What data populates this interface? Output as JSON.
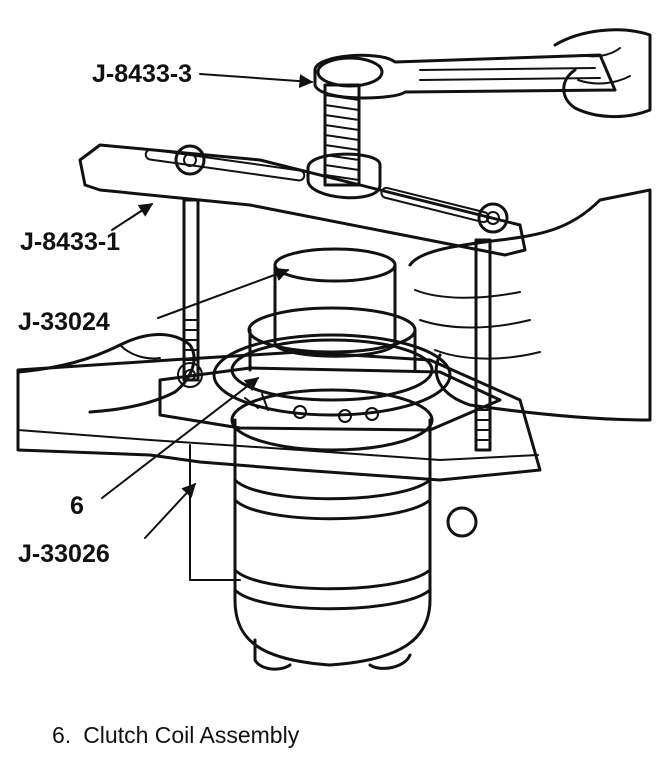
{
  "callouts": {
    "forcing_screw": "J-8433-3",
    "puller_bar": "J-8433-1",
    "installer": "J-33024",
    "coil_ref": "6",
    "support": "J-33026"
  },
  "caption": {
    "number": "6.",
    "text": "Clutch Coil Assembly"
  }
}
